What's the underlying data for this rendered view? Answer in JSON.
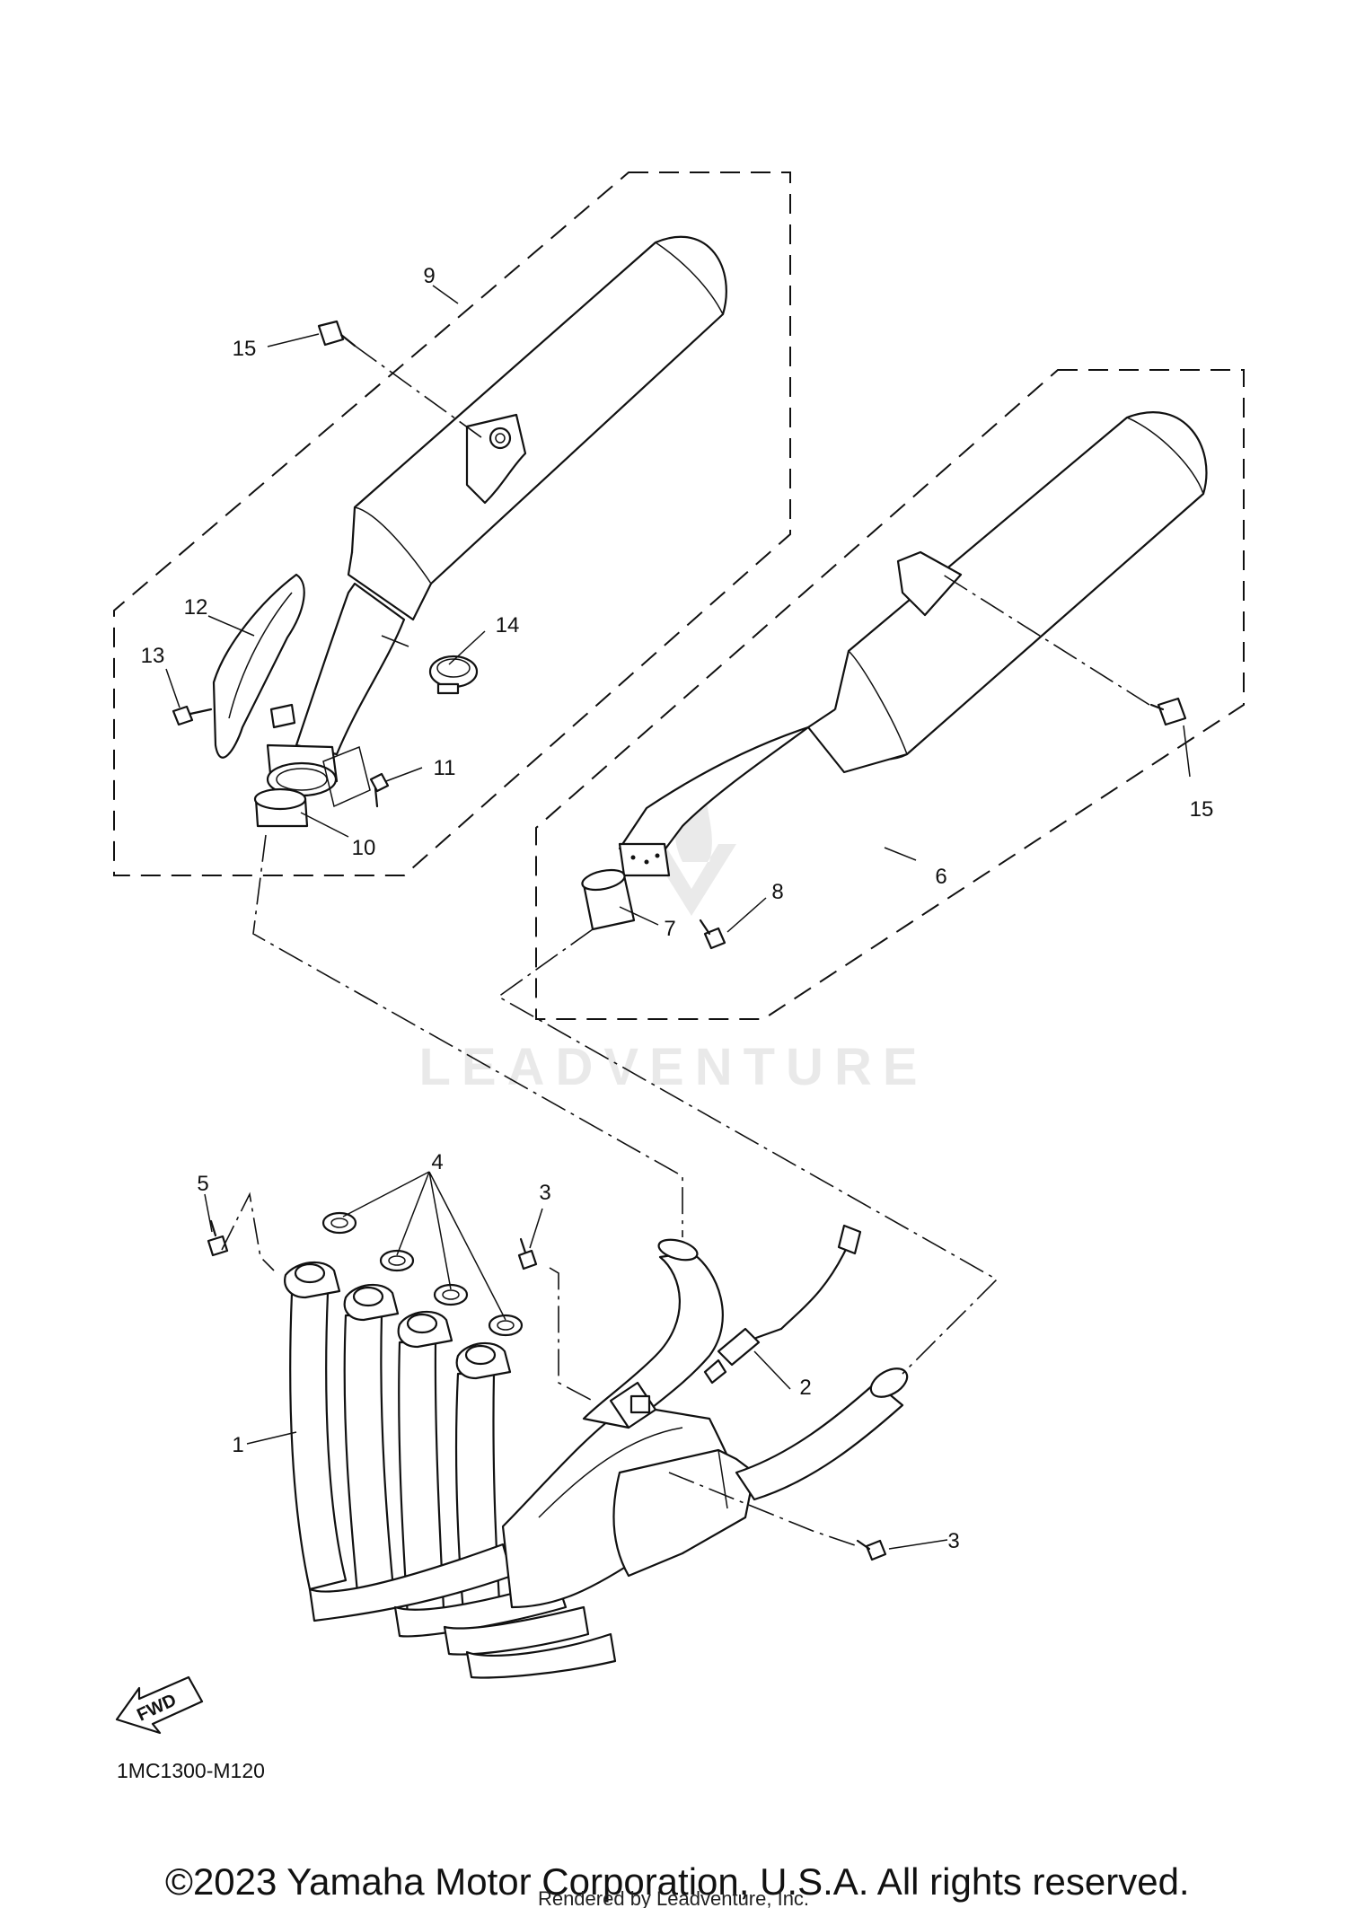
{
  "callouts": {
    "c1": "1",
    "c2": "2",
    "c3a": "3",
    "c3b": "3",
    "c4": "4",
    "c5": "5",
    "c6": "6",
    "c7": "7",
    "c8": "8",
    "c9": "9",
    "c10": "10",
    "c11": "11",
    "c12": "12",
    "c13": "13",
    "c14": "14",
    "c15a": "15",
    "c15b": "15"
  },
  "fwd_label": "FWD",
  "diagram_code": "1MC1300-M120",
  "copyright": "©2023 Yamaha Motor Corporation, U.S.A. All rights reserved.",
  "rendered_by": "Rendered by Leadventure, Inc.",
  "watermark": "LEADVENTURE",
  "icons": [
    "fwd-arrow-icon",
    "leadventure-logo-icon"
  ]
}
